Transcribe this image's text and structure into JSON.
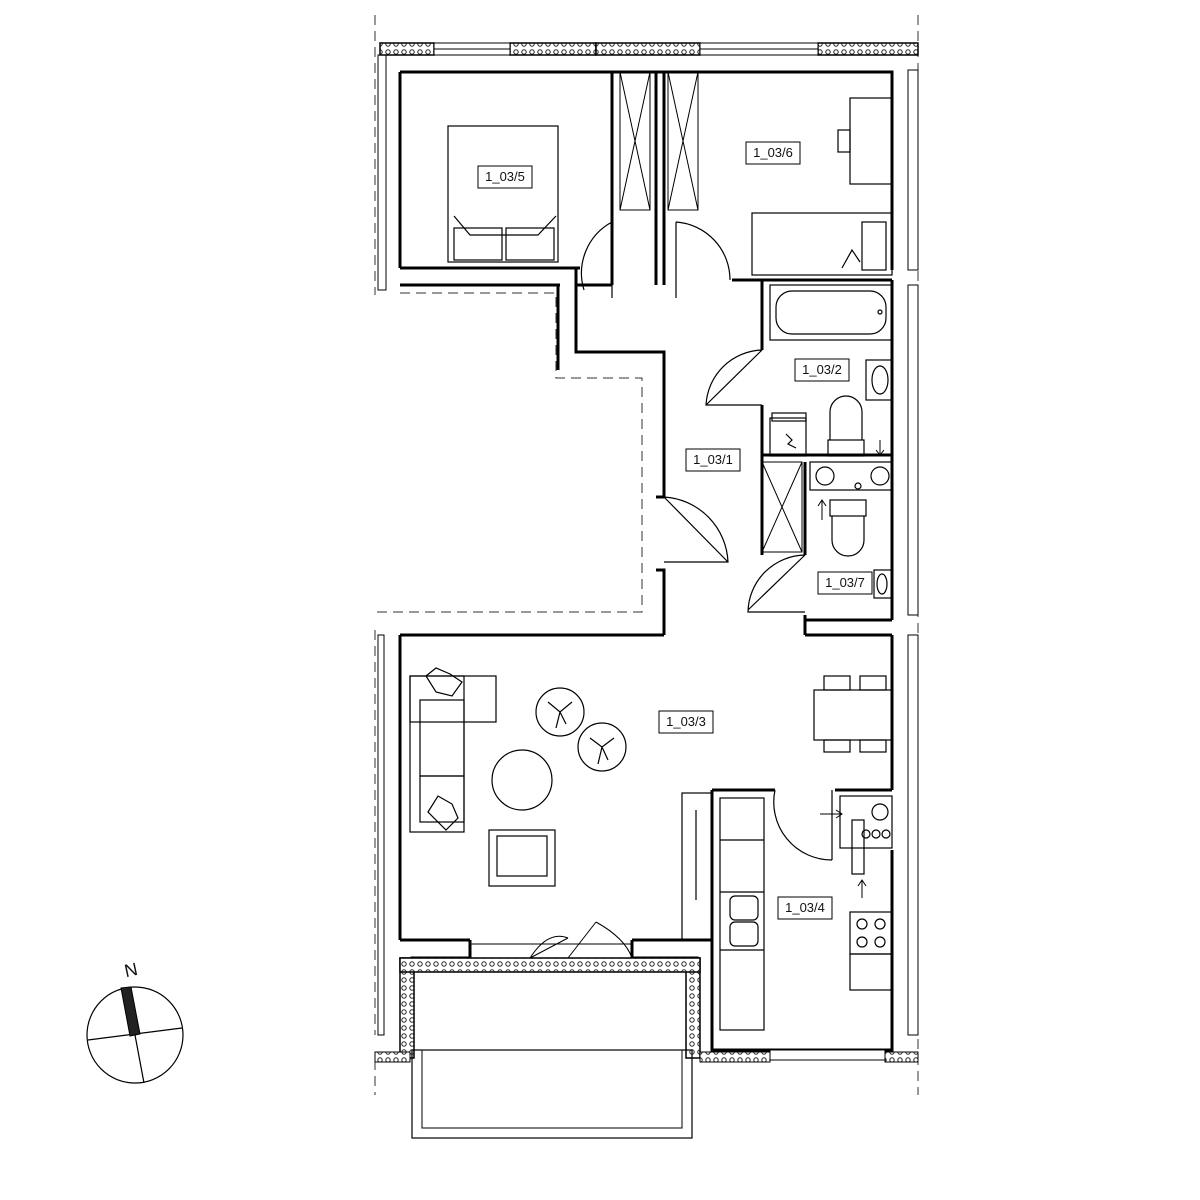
{
  "rooms": [
    {
      "id": "r5",
      "label": "1_03/5"
    },
    {
      "id": "r6",
      "label": "1_03/6"
    },
    {
      "id": "r2",
      "label": "1_03/2"
    },
    {
      "id": "r1",
      "label": "1_03/1"
    },
    {
      "id": "r7",
      "label": "1_03/7"
    },
    {
      "id": "r3",
      "label": "1_03/3"
    },
    {
      "id": "r4",
      "label": "1_03/4"
    }
  ],
  "compass": {
    "north_label": "N"
  },
  "colors": {
    "wall": "#000000",
    "line": "#222222",
    "hatch": "#444444",
    "background": "#ffffff"
  },
  "icons": [
    "compass-icon",
    "bathtub-icon",
    "toilet-icon",
    "sink-icon",
    "stove-icon",
    "bed-icon",
    "sofa-icon",
    "chair-icon",
    "table-icon",
    "plant-icon",
    "wardrobe-icon",
    "desk-icon"
  ]
}
